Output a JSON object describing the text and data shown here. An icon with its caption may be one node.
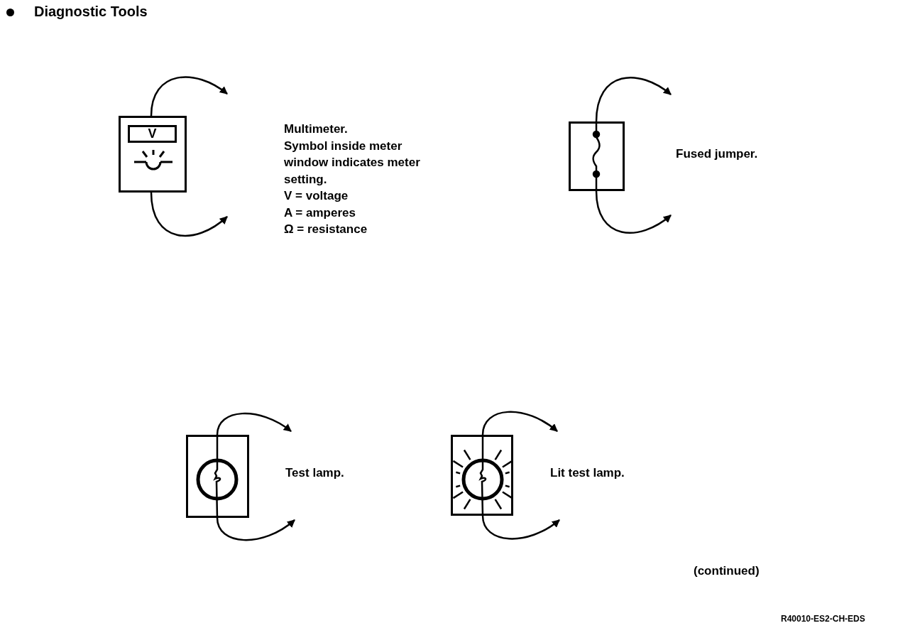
{
  "diagram": {
    "title": "Diagnostic Tools",
    "nodes": [
      {
        "text": [
          "V"
        ],
        "beside": [
          "Multimeter.",
          "Symbol inside meter window indicates meter setting.",
          "V = voltage",
          "A = amperes",
          "Ω = resistance"
        ]
      },
      {
        "text": [],
        "shape": "box"
      },
      {
        "text": [],
        "shape": "box"
      },
      {
        "text": [],
        "shape": "box"
      }
    ],
    "edges": [
      {
        "from": 0,
        "to": null,
        "arrow": "to"
      },
      {
        "from": 0,
        "to": null,
        "arrow": "to"
      },
      {
        "from": 1,
        "to": null,
        "arrow": "to"
      },
      {
        "from": 1,
        "to": null,
        "arrow": "to"
      },
      {
        "from": 2,
        "to": null,
        "arrow": "to"
      },
      {
        "from": 2,
        "to": null,
        "arrow": "to"
      },
      {
        "from": 3,
        "to": null,
        "arrow": "to"
      },
      {
        "from": 3,
        "to": null,
        "arrow": "to"
      }
    ],
    "labels": [
      "Fused jumper.",
      "Test lamp.",
      "Lit test lamp.",
      "(continued)",
      "R40010-ES2-CH-EDS"
    ]
  }
}
